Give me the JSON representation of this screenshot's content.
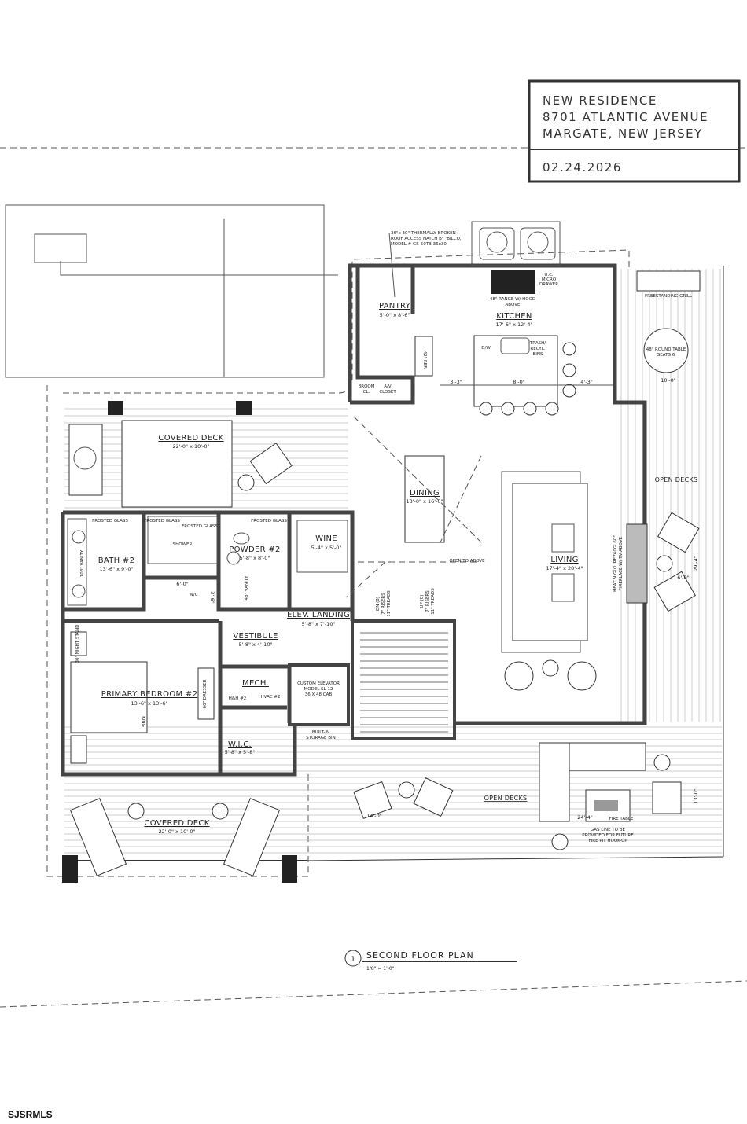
{
  "title_block": {
    "line1": "NEW RESIDENCE",
    "line2": "8701 ATLANTIC AVENUE",
    "line3": "MARGATE, NEW JERSEY",
    "date": "02.24.2026"
  },
  "rooms": {
    "pantry": {
      "name": "PANTRY",
      "dims": "5'-0\" x 8'-6\""
    },
    "kitchen": {
      "name": "KITCHEN",
      "dims": "17'-6\" x 12'-4\""
    },
    "dining": {
      "name": "DINING",
      "dims": "13'-0\" x 16'-0\""
    },
    "living": {
      "name": "LIVING",
      "dims": "17'-4\" x 28'-4\""
    },
    "covered_deck_top": {
      "name": "COVERED DECK",
      "dims": "22'-0\" x 10'-0\""
    },
    "bath2": {
      "name": "BATH #2",
      "dims": "13'-6\" x 9'-0\""
    },
    "powder2": {
      "name": "POWDER #2",
      "dims": "5'-8\" x 8'-0\""
    },
    "wine": {
      "name": "WINE",
      "dims": "5'-4\" x 5'-0\""
    },
    "elev_landing": {
      "name": "ELEV. LANDING",
      "dims": "5'-8\" x 7'-10\""
    },
    "vestibule": {
      "name": "VESTIBULE",
      "dims": "5'-8\" x 4'-10\""
    },
    "mech": {
      "name": "MECH."
    },
    "primary_bedroom": {
      "name": "PRIMARY BEDROOM #2",
      "dims": "13'-6\" x 13'-6\""
    },
    "wic": {
      "name": "W.I.C.",
      "dims": "5'-8\" x 5'-8\""
    },
    "covered_deck_bottom": {
      "name": "COVERED DECK",
      "dims": "22'-0\" x 10'-0\""
    },
    "open_decks_right": {
      "name": "OPEN DECKS"
    },
    "open_decks_bottom": {
      "name": "OPEN DECKS"
    }
  },
  "notes": {
    "roof_hatch": [
      "36\"x 30\" THERMALLY BROKEN",
      "ROOF ACCESS HATCH BY 'BILCO,'",
      "MODEL # GS-50TB 36x30"
    ],
    "range": [
      "48\" RANGE W/ HOOD",
      "ABOVE"
    ],
    "micro": [
      "U.C.",
      "MICRO",
      "DRAWER"
    ],
    "dw": "D/W",
    "trash": [
      "TRASH/",
      "RECYL.",
      "BINS"
    ],
    "ref": "42\" REF.",
    "broom": [
      "BROOM",
      "CL."
    ],
    "av": [
      "A/V",
      "CLOSET"
    ],
    "grill": "FREESTANDING GRILL",
    "round_table": [
      "48\" ROUND TABLE",
      "SEATS 6"
    ],
    "open_to_above": "OPEN TO ABOVE",
    "fireplace": [
      "HEAT N GLO 'REZ60G' 60\"",
      "FIREPLACE W/ TV ABOVE"
    ],
    "stair_dn": [
      "DN (8)",
      "7\" RISERS",
      "11\" TREADS"
    ],
    "stair_up": [
      "UP (8)",
      "7\" RISERS",
      "11\" TREADS"
    ],
    "frosted": "FROSTED GLASS",
    "shower": "SHOWER",
    "wc": "W/C",
    "vanity_108": "108\" VANITY",
    "vanity_48": "48\" VANITY",
    "night_stand": "30\" NIGHT STAND",
    "dresser": "60\" DRESSER",
    "king": "KING",
    "hh": "H&H #2",
    "hvac": "HVAC #2",
    "elevator": [
      "CUSTOM ELEVATOR",
      "MODEL SL-12",
      "36 X 48 CAB"
    ],
    "storage": [
      "BUILT-IN",
      "STORAGE BIN"
    ],
    "fire_table": "FIRE TABLE",
    "gas_line": [
      "GAS LINE TO BE",
      "PROVIDED FOR FUTURE",
      "FIRE PIT HOOK-UP"
    ]
  },
  "dimensions": {
    "k_left": "3'-3\"",
    "k_mid": "8'-0\"",
    "k_right": "4'-3\"",
    "table": "10'-0\"",
    "deck_right": "29'-4\"",
    "deck_chair": "6'-0\"",
    "deck_bottom": "13'-0\"",
    "chair_bottom": "14'-0\"",
    "fire": "24'-4\"",
    "shower_w": "6'-0\"",
    "wc_w": "3'-6\""
  },
  "drawing_title": {
    "number": "1",
    "title": "SECOND FLOOR PLAN",
    "scale": "1/8\" = 1'-0\""
  },
  "footer": "SJSRMLS"
}
